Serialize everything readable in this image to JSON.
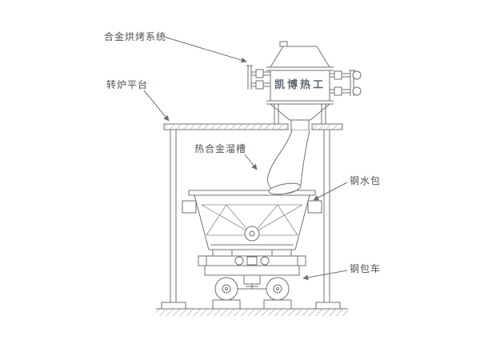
{
  "diagram": {
    "type": "engineering-drawing",
    "labels": {
      "alloy_baking_system": "合金烘烤系统",
      "converter_platform": "转炉平台",
      "hot_alloy_chute": "热合金溜槽",
      "steel_ladle": "钢水包",
      "ladle_car": "钢包车"
    },
    "equipment_text": {
      "brand": "凯博热工"
    },
    "colors": {
      "line": "#707070",
      "text": "#4e5257",
      "background": "#ffffff"
    }
  }
}
